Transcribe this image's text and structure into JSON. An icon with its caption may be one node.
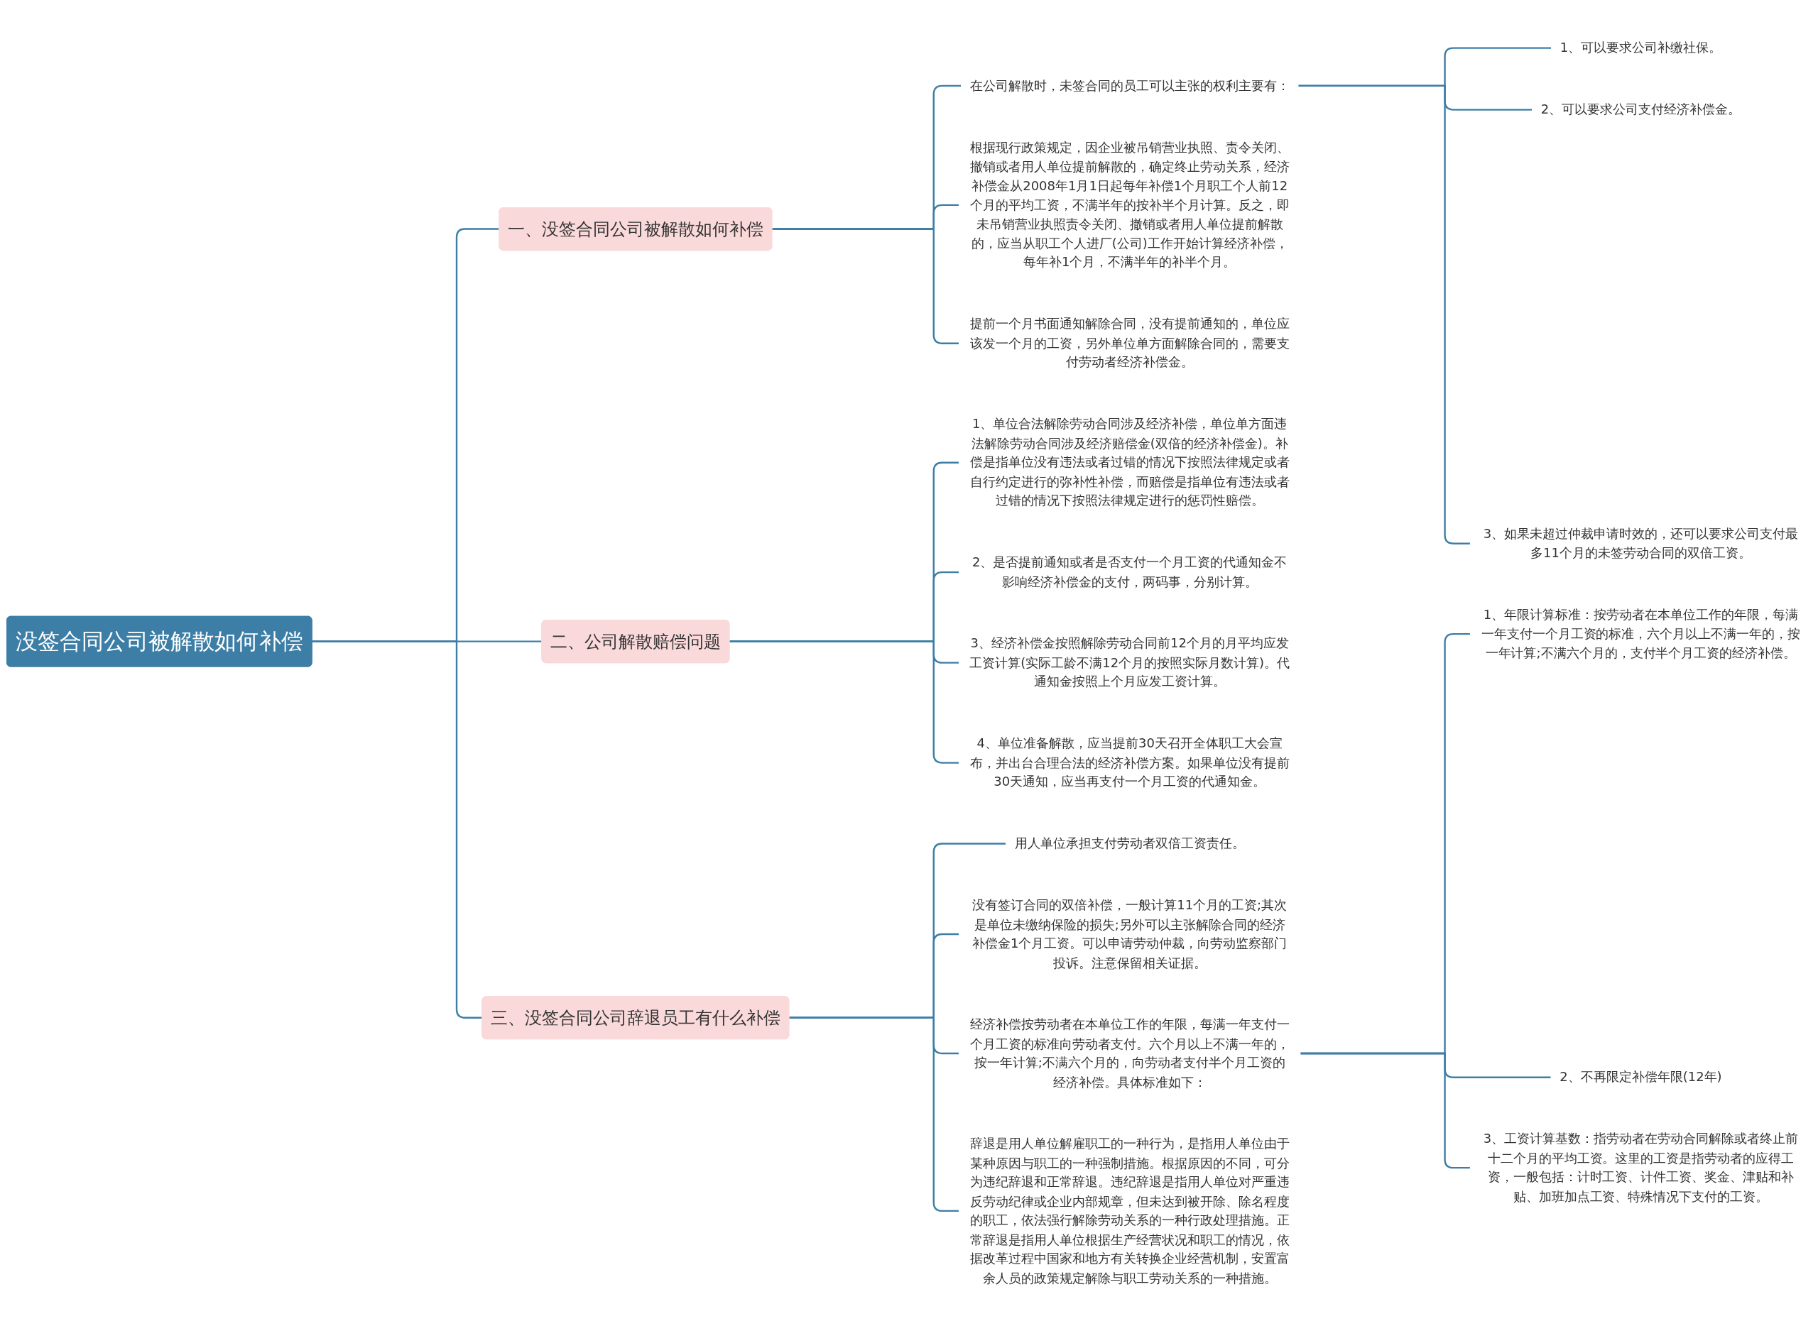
{
  "diagram": {
    "nodes": [
      {
        "text": [
          "没签合同公司被解散如何补偿"
        ]
      },
      {
        "text": [
          "一、没签合同公司被解散如何补偿"
        ]
      },
      {
        "text": [
          "在公司解散时，未签合同的员工可以主张的权利主要有："
        ]
      },
      {
        "text": [
          "1、可以要求公司补缴社保。"
        ]
      },
      {
        "text": [
          "2、可以要求公司支付经济补偿金。"
        ]
      },
      {
        "text": [
          "3、如果未超过仲裁申请时效的，还可以要求公司支付最多11个月的未签劳动合同的双倍工资。"
        ]
      },
      {
        "text": [
          "根据现行政策规定，因企业被吊销营业执照、责令关闭、撤销或者用人单位提前解散的，确定终止劳动关系，经济补偿金从2008年1月1日起每年补偿1个月职工个人前12个月的平均工资，不满半年的按补半个月计算。反之，即未吊销营业执照责令关闭、撤销或者用人单位提前解散的，应当从职工个人进厂(公司)工作开始计算经济补偿，每年补1个月，不满半年的补半个月。"
        ]
      },
      {
        "text": [
          "提前一个月书面通知解除合同，没有提前通知的，单位应该发一个月的工资，另外单位单方面解除合同的，需要支付劳动者经济补偿金。"
        ]
      },
      {
        "text": [
          "二、公司解散赔偿问题"
        ]
      },
      {
        "text": [
          "1、单位合法解除劳动合同涉及经济补偿，单位单方面违法解除劳动合同涉及经济赔偿金(双倍的经济补偿金)。补偿是指单位没有违法或者过错的情况下按照法律规定或者自行约定进行的弥补性补偿，而赔偿是指单位有违法或者过错的情况下按照法律规定进行的惩罚性赔偿。"
        ]
      },
      {
        "text": [
          "2、是否提前通知或者是否支付一个月工资的代通知金不影响经济补偿金的支付，两码事，分别计算。"
        ]
      },
      {
        "text": [
          "3、经济补偿金按照解除劳动合同前12个月的月平均应发工资计算(实际工龄不满12个月的按照实际月数计算)。代通知金按照上个月应发工资计算。"
        ]
      },
      {
        "text": [
          "4、单位准备解散，应当提前30天召开全体职工大会宣布，并出台合理合法的经济补偿方案。如果单位没有提前30天通知，应当再支付一个月工资的代通知金。"
        ]
      },
      {
        "text": [
          "三、没签合同公司辞退员工有什么补偿"
        ]
      },
      {
        "text": [
          "用人单位承担支付劳动者双倍工资责任。"
        ]
      },
      {
        "text": [
          "没有签订合同的双倍补偿，一般计算11个月的工资;其次是单位未缴纳保险的损失;另外可以主张解除合同的经济补偿金1个月工资。可以申请劳动仲裁，向劳动监察部门投诉。注意保留相关证据。"
        ]
      },
      {
        "text": [
          "经济补偿按劳动者在本单位工作的年限，每满一年支付一个月工资的标准向劳动者支付。六个月以上不满一年的，按一年计算;不满六个月的，向劳动者支付半个月工资的经济补偿。具体标准如下："
        ]
      },
      {
        "text": [
          "1、年限计算标准：按劳动者在本单位工作的年限，每满一年支付一个月工资的标准，六个月以上不满一年的，按一年计算;不满六个月的，支付半个月工资的经济补偿。"
        ]
      },
      {
        "text": [
          "2、不再限定补偿年限(12年)"
        ]
      },
      {
        "text": [
          "3、工资计算基数：指劳动者在劳动合同解除或者终止前十二个月的平均工资。这里的工资是指劳动者的应得工资，一般包括：计时工资、计件工资、奖金、津贴和补贴、加班加点工资、特殊情况下支付的工资。"
        ]
      },
      {
        "text": [
          "辞退是用人单位解雇职工的一种行为，是指用人单位由于某种原因与职工的一种强制措施。根据原因的不同，可分为违纪辞退和正常辞退。违纪辞退是指用人单位对严重违反劳动纪律或企业内部规章，但未达到被开除、除名程度的职工，依法强行解除劳动关系的一种行政处理措施。正常辞退是指用人单位根据生产经营状况和职工的情况，依据改革过程中国家和地方有关转换企业经营机制，安置富余人员的政策规定解除与职工劳动关系的一种措施。"
        ]
      }
    ],
    "edges": [
      {
        "from": 0,
        "to": 1,
        "arrow": "none"
      },
      {
        "from": 1,
        "to": 2,
        "arrow": "none"
      },
      {
        "from": 2,
        "to": 3,
        "arrow": "none"
      },
      {
        "from": 2,
        "to": 4,
        "arrow": "none"
      },
      {
        "from": 2,
        "to": 5,
        "arrow": "none"
      },
      {
        "from": 1,
        "to": 6,
        "arrow": "none"
      },
      {
        "from": 1,
        "to": 7,
        "arrow": "none"
      },
      {
        "from": 0,
        "to": 8,
        "arrow": "none"
      },
      {
        "from": 8,
        "to": 9,
        "arrow": "none"
      },
      {
        "from": 8,
        "to": 10,
        "arrow": "none"
      },
      {
        "from": 8,
        "to": 11,
        "arrow": "none"
      },
      {
        "from": 8,
        "to": 12,
        "arrow": "none"
      },
      {
        "from": 0,
        "to": 13,
        "arrow": "none"
      },
      {
        "from": 13,
        "to": 14,
        "arrow": "none"
      },
      {
        "from": 13,
        "to": 15,
        "arrow": "none"
      },
      {
        "from": 13,
        "to": 16,
        "arrow": "none"
      },
      {
        "from": 16,
        "to": 17,
        "arrow": "none"
      },
      {
        "from": 16,
        "to": 18,
        "arrow": "none"
      },
      {
        "from": 16,
        "to": 19,
        "arrow": "none"
      },
      {
        "from": 13,
        "to": 20,
        "arrow": "none"
      }
    ]
  }
}
